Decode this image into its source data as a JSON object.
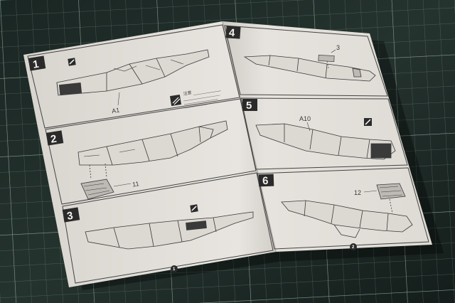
{
  "page_left": {
    "steps": [
      {
        "number": "1",
        "part_label": "A1"
      },
      {
        "number": "2",
        "part_label": "11"
      },
      {
        "number": "3"
      }
    ],
    "page_number": "1",
    "note_text": "注意"
  },
  "page_right": {
    "steps": [
      {
        "number": "4",
        "part_label": "3"
      },
      {
        "number": "5",
        "part_label": "A10"
      },
      {
        "number": "6",
        "part_label": "12"
      }
    ],
    "page_number": "2"
  },
  "colors": {
    "cutting_mat": "#1d2a27",
    "grid_lines": "#8fae9c",
    "paper": "#e7e4df",
    "ink": "#3a3a3a"
  }
}
